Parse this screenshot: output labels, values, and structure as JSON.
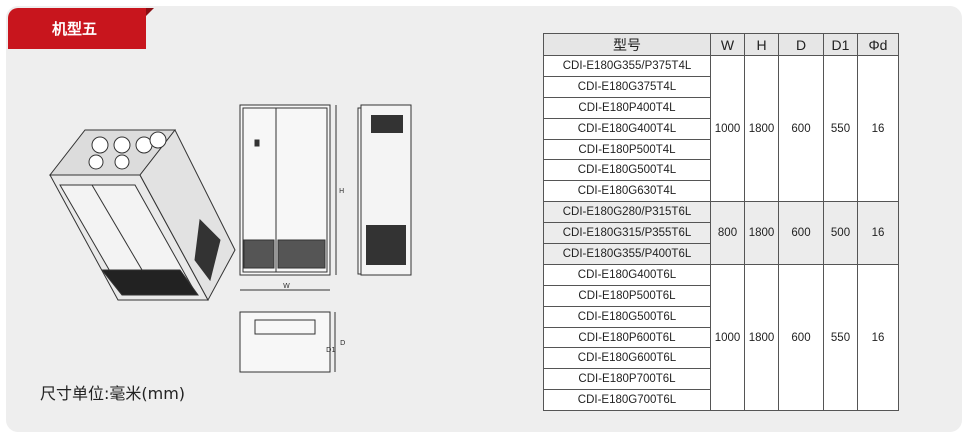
{
  "tag": {
    "label": "机型五"
  },
  "units_label": "尺寸单位:毫米(mm)",
  "drawing_labels": {
    "h": "H",
    "w": "W",
    "d": "D",
    "d1": "D1"
  },
  "colors": {
    "accent": "#c8151d",
    "card_bg": "#eeeeee"
  },
  "table": {
    "headers": [
      "型号",
      "W",
      "H",
      "D",
      "D1",
      "Φd"
    ],
    "groups": [
      {
        "models": [
          "CDI-E180G355/P375T4L",
          "CDI-E180G375T4L",
          "CDI-E180P400T4L",
          "CDI-E180G400T4L",
          "CDI-E180P500T4L",
          "CDI-E180G500T4L",
          "CDI-E180G630T4L"
        ],
        "w": "1000",
        "h": "1800",
        "d": "600",
        "d1": "550",
        "phi": "16"
      },
      {
        "models": [
          "CDI-E180G280/P315T6L",
          "CDI-E180G315/P355T6L",
          "CDI-E180G355/P400T6L"
        ],
        "w": "800",
        "h": "1800",
        "d": "600",
        "d1": "500",
        "phi": "16"
      },
      {
        "models": [
          "CDI-E180G400T6L",
          "CDI-E180P500T6L",
          "CDI-E180G500T6L",
          "CDI-E180P600T6L",
          "CDI-E180G600T6L",
          "CDI-E180P700T6L",
          "CDI-E180G700T6L"
        ],
        "w": "1000",
        "h": "1800",
        "d": "600",
        "d1": "550",
        "phi": "16"
      }
    ]
  }
}
